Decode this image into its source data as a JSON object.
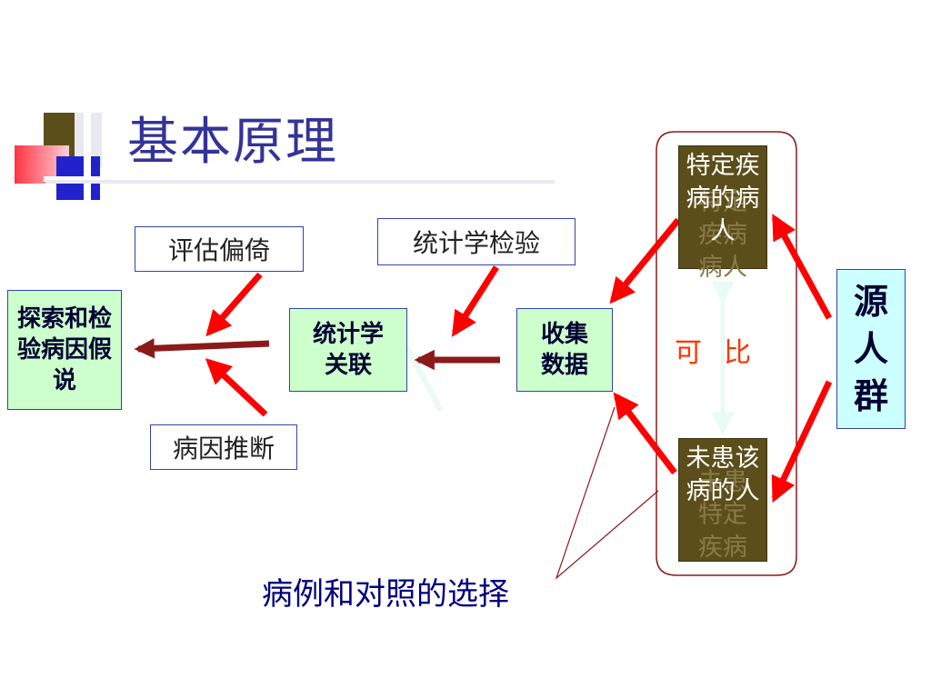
{
  "slide": {
    "title": "基本原理"
  },
  "nodes": {
    "explore": "探索和检验病因假说",
    "assess_bias": "评估偏倚",
    "causal_inference": "病因推断",
    "stat_assoc": "统计学关联",
    "stat_test": "统计学检验",
    "collect_data": "收集数据",
    "patients": "特定疾病的病人",
    "patients_ghost": "特定疾病病人",
    "non_patients": "未患该病的人",
    "non_patients_ghost": "未患特定疾病",
    "source_pop": "源人群",
    "comparable": "可比",
    "case_control": "病例和对照的选择"
  },
  "colors": {
    "title": "#333399",
    "red_arrow": "#ff0000",
    "dark_arrow": "#8b1a1a",
    "green_box": "#ccffcc",
    "cyan_box": "#ccffff",
    "dark_box": "#5c4e1a",
    "comparable_text": "#ff3300",
    "case_control_text": "#000080"
  }
}
